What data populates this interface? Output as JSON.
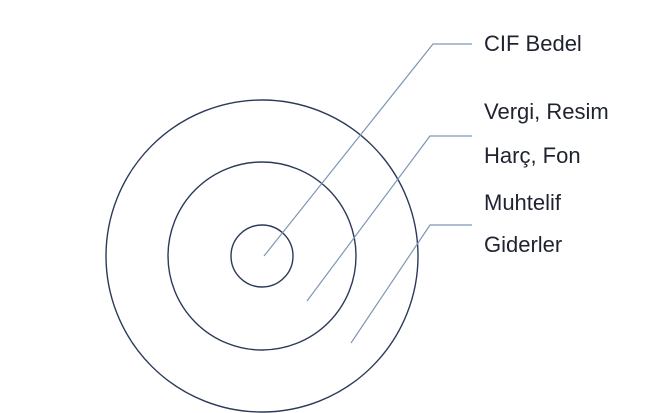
{
  "labels": {
    "cif": "CIF Bedel",
    "vergi_line1": "Vergi, Resim",
    "vergi_line2": "Harç, Fon",
    "muhtelif_line1": "Muhtelif",
    "muhtelif_line2": "Giderler"
  },
  "colors": {
    "ring_stroke": "#2b3a57",
    "leader_stroke": "#7f96b5",
    "text": "#1f2330"
  }
}
